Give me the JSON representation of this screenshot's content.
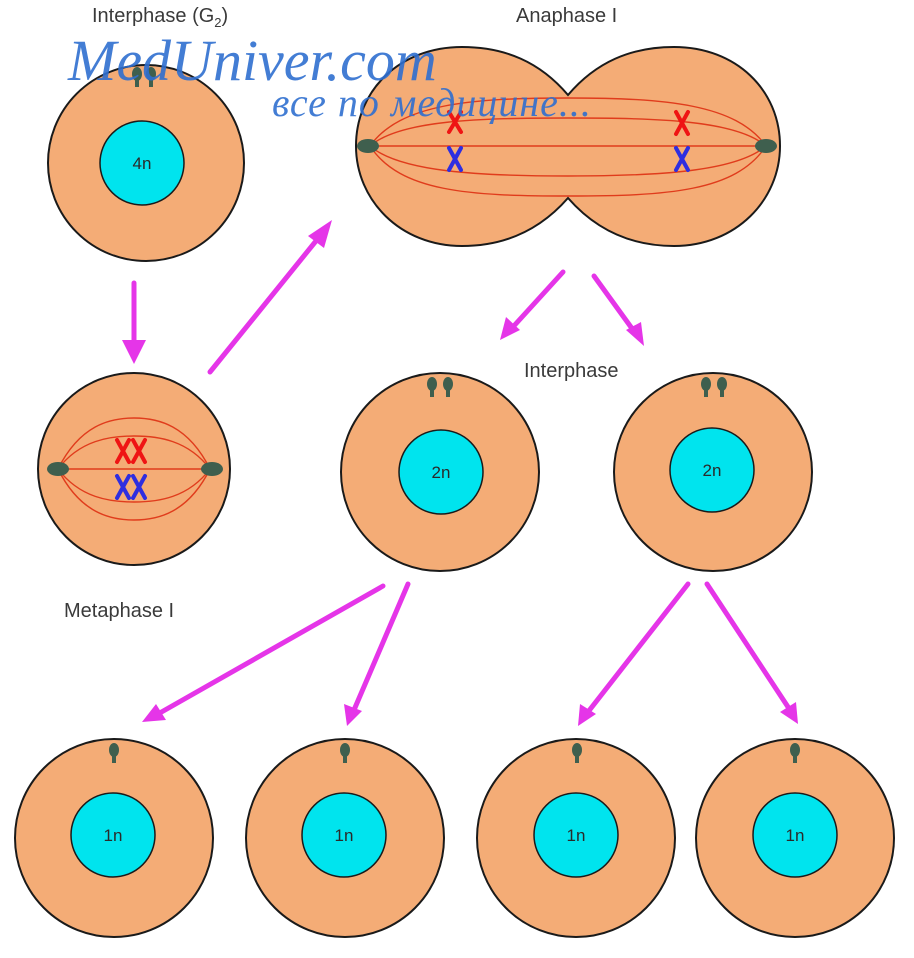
{
  "labels": {
    "interphase_g2": "Interphase (G",
    "interphase_g2_sub": "2",
    "interphase_g2_close": ")",
    "anaphase": "Anaphase I",
    "interphase": "Interphase",
    "metaphase": "Metaphase I"
  },
  "nuclei": {
    "top": "4n",
    "middle_left": "2n",
    "middle_right": "2n",
    "bottom_1": "1n",
    "bottom_2": "1n",
    "bottom_3": "1n",
    "bottom_4": "1n"
  },
  "watermark": {
    "line1": "MedUniver.com",
    "line2": "все по медицине..."
  },
  "colors": {
    "cell": "#f4ac76",
    "nucleus": "#00e4ee",
    "arrow": "#e535e8",
    "chromosome_red": "#ef1414",
    "chromosome_blue": "#2e2ee0",
    "spindle": "#e03c1c"
  }
}
